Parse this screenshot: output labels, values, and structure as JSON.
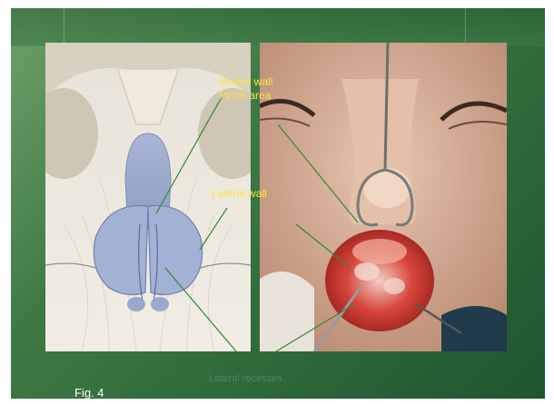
{
  "annotations": {
    "medial_wall": "Medial wall",
    "pinch_area": "Pinch area",
    "lateral_wall": "Lateral wall"
  },
  "caption": {
    "faint_text": "Lateral recesses",
    "figure_label": "Fig. 4"
  },
  "colors": {
    "annotation_text": "#ffe14a",
    "pointer_line": "#2f8a2f",
    "background_green": "#3f7a45"
  }
}
